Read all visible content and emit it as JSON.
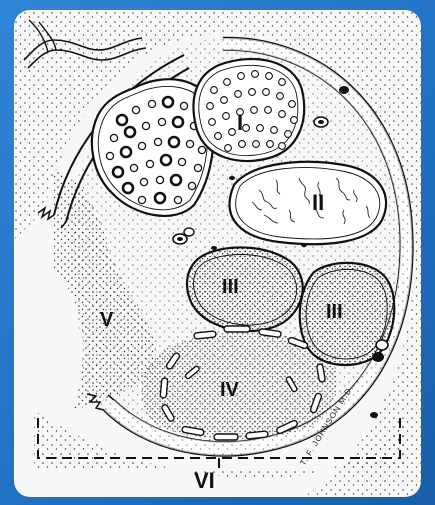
{
  "labels": {
    "fascicle_1": "I",
    "fascicle_2": "II",
    "fascicle_3a": "III",
    "fascicle_3b": "III",
    "region_4": "IV",
    "region_5": "V",
    "region_6": "VI"
  },
  "signature": "T. F. JOHNSON M.D.",
  "colors": {
    "frame": "#1f6fc0",
    "paper": "#f7f7f5",
    "ink": "#111111"
  }
}
